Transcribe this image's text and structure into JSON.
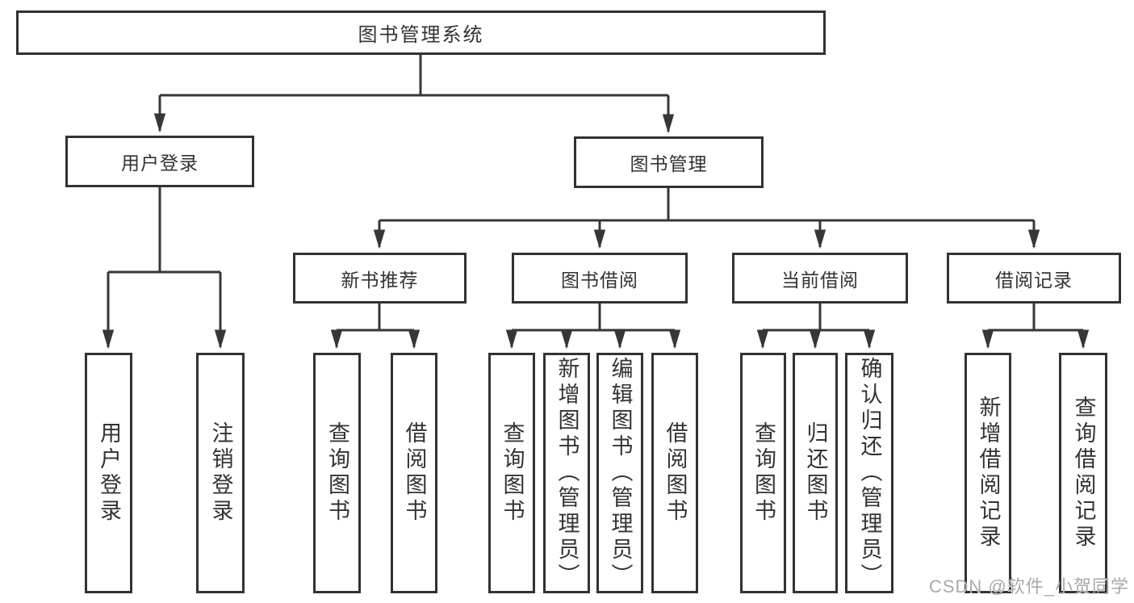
{
  "style_colors": {
    "line": "#373737",
    "box_border": "#323232",
    "text": "#333333",
    "watermark": "#a9a9a9"
  },
  "tree": {
    "root": {
      "label": "图书管理系统",
      "children": [
        {
          "label": "用户登录",
          "children": [
            {
              "label": "用户登录"
            },
            {
              "label": "注销登录"
            }
          ]
        },
        {
          "label": "图书管理",
          "children": [
            {
              "label": "新书推荐",
              "children": [
                {
                  "label": "查询图书"
                },
                {
                  "label": "借阅图书"
                }
              ]
            },
            {
              "label": "图书借阅",
              "children": [
                {
                  "label": "查询图书"
                },
                {
                  "label": "新增图书（管理员）"
                },
                {
                  "label": "编辑图书（管理员）"
                },
                {
                  "label": "借阅图书"
                }
              ]
            },
            {
              "label": "当前借阅",
              "children": [
                {
                  "label": "查询图书"
                },
                {
                  "label": "归还图书"
                },
                {
                  "label": "确认归还（管理员）"
                }
              ]
            },
            {
              "label": "借阅记录",
              "children": [
                {
                  "label": "新增借阅记录"
                },
                {
                  "label": "查询借阅记录"
                }
              ]
            }
          ]
        }
      ]
    }
  },
  "watermark": {
    "text": "CSDN @软件_小贺同学"
  }
}
